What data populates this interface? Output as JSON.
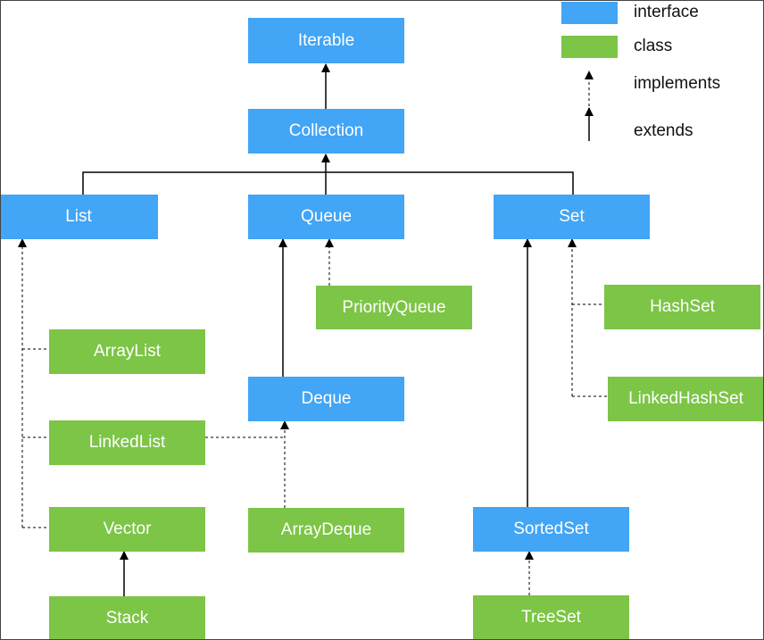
{
  "colors": {
    "interface": "#42a5f5",
    "class": "#7cc546",
    "line": "#000000"
  },
  "legend": {
    "interface": "interface",
    "class": "class",
    "implements": "implements",
    "extends": "extends"
  },
  "nodes": {
    "iterable": "Iterable",
    "collection": "Collection",
    "list": "List",
    "queue": "Queue",
    "set": "Set",
    "priority_queue": "PriorityQueue",
    "hash_set": "HashSet",
    "array_list": "ArrayList",
    "deque": "Deque",
    "linked_hash_set": "LinkedHashSet",
    "linked_list": "LinkedList",
    "vector": "Vector",
    "array_deque": "ArrayDeque",
    "sorted_set": "SortedSet",
    "stack": "Stack",
    "tree_set": "TreeSet"
  }
}
